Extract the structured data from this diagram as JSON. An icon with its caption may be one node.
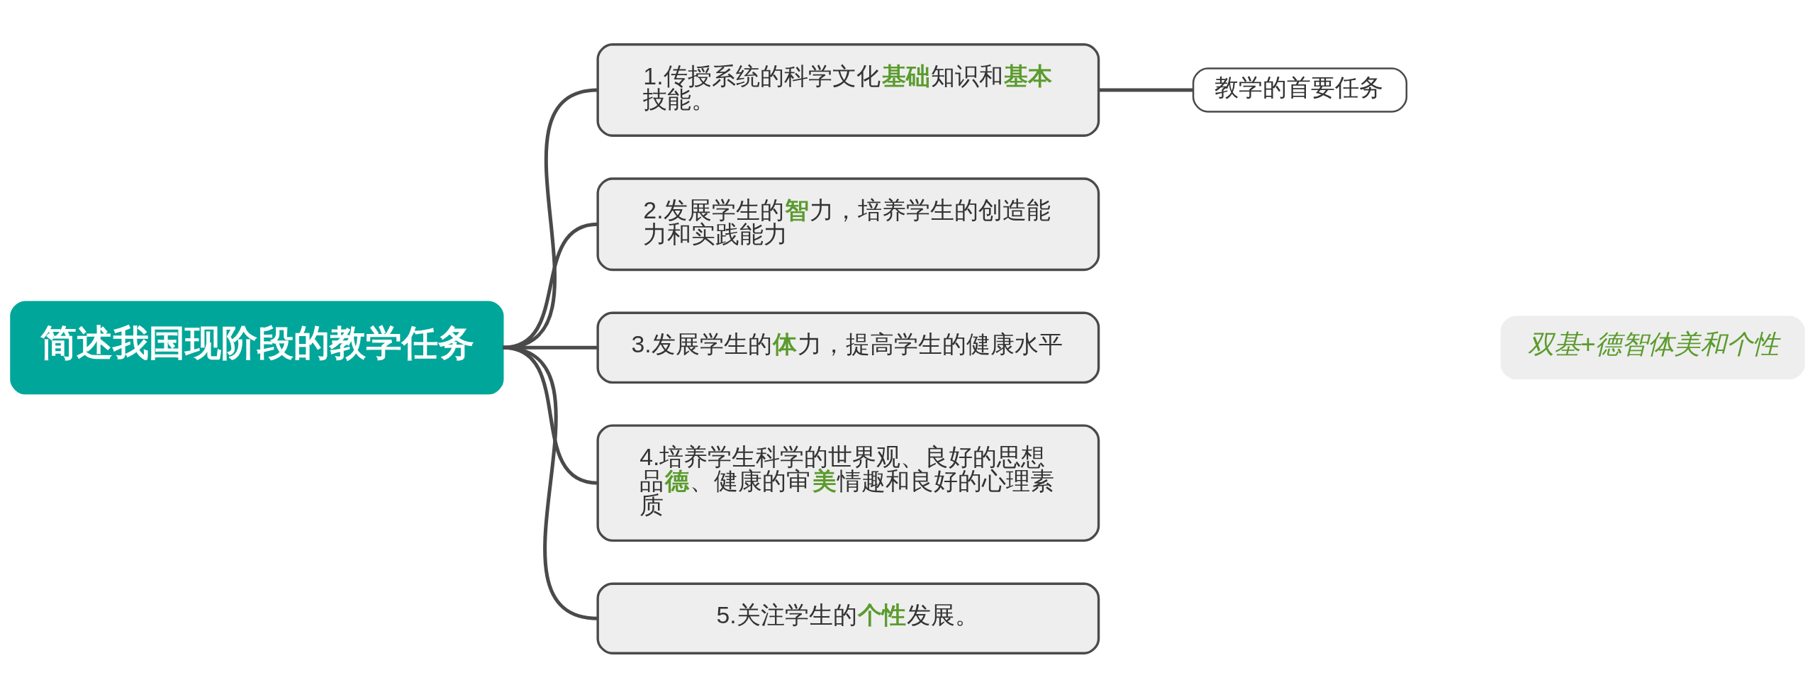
{
  "diagram": {
    "nodes": [
      {
        "text": [
          "简述我国现阶段的教学任务"
        ]
      },
      {
        "text": [
          "1.传授系统的科学文化**基础**知识和**基本**技能。"
        ]
      },
      {
        "text": [
          "2.发展学生的**智**力，培养学生的创造能力和实践能力"
        ]
      },
      {
        "text": [
          "3.发展学生的**体**力，提高学生的健康水平"
        ]
      },
      {
        "text": [
          "4.培养学生科学的世界观、良好的思想品**德**、健康的审**美**情趣和良好的心理素质"
        ]
      },
      {
        "text": [
          "5.关注学生的**个性**发展。"
        ]
      },
      {
        "text": [
          "教学的首要任务"
        ]
      },
      {
        "text": [
          "双基+德智体美和个性"
        ]
      }
    ],
    "edges": [
      {
        "from": 0,
        "to": 1,
        "arrow": "none"
      },
      {
        "from": 0,
        "to": 2,
        "arrow": "none"
      },
      {
        "from": 0,
        "to": 3,
        "arrow": "none"
      },
      {
        "from": 0,
        "to": 4,
        "arrow": "none"
      },
      {
        "from": 0,
        "to": 5,
        "arrow": "none"
      },
      {
        "from": 1,
        "to": 6,
        "arrow": "none"
      }
    ]
  }
}
